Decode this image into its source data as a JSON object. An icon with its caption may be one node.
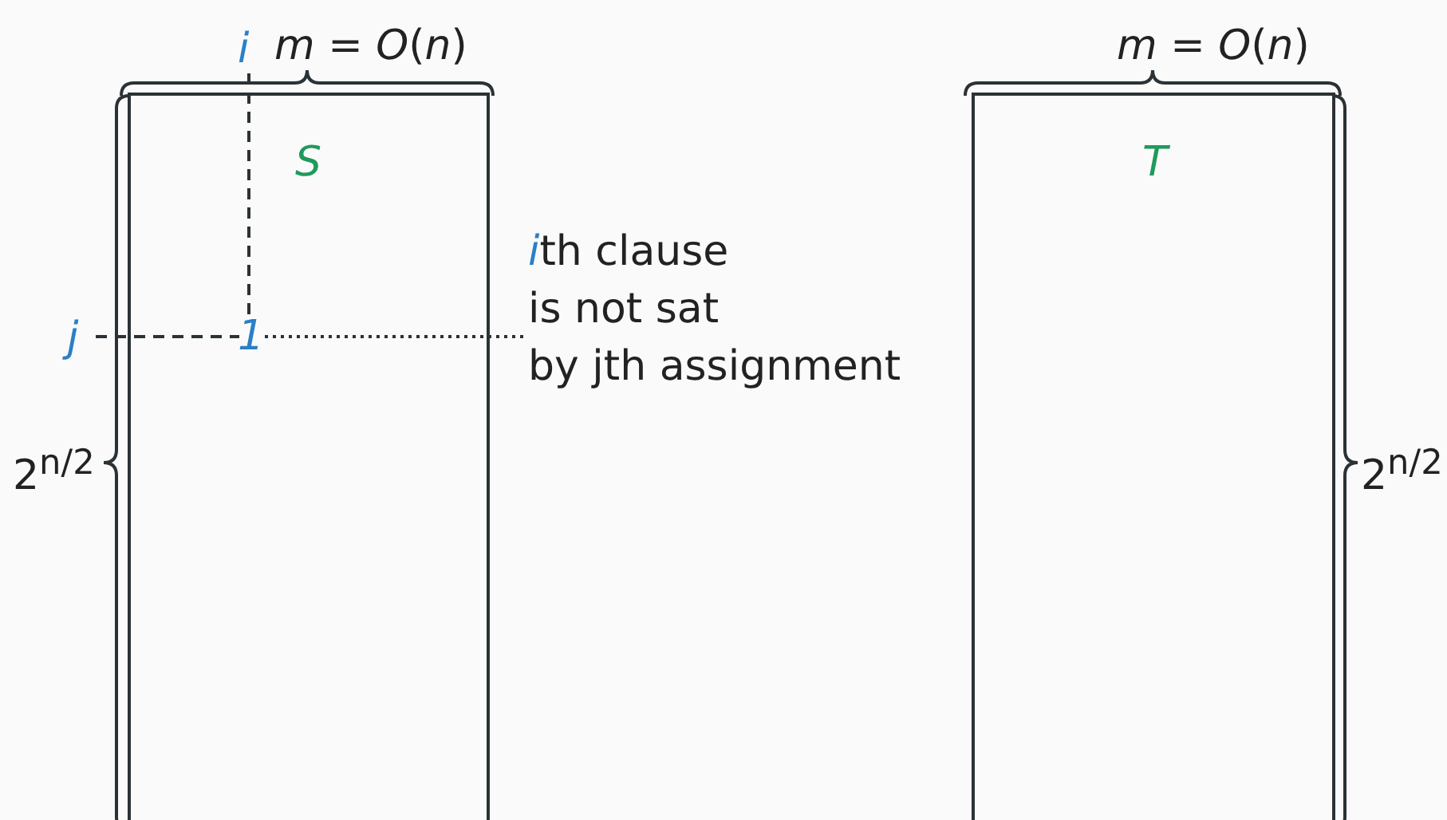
{
  "diagram": {
    "nodes": [
      {
        "text": [
          "S"
        ],
        "beside": [
          "*m* = *O*(*n*)",
          "2$^{n/2}$"
        ]
      },
      {
        "text": [
          "i"
        ]
      },
      {
        "text": [
          "j"
        ]
      },
      {
        "text": [
          "1"
        ],
        "in": 0
      },
      {
        "text": [
          "ith clause",
          "is not sat",
          "by jth assignment"
        ]
      },
      {
        "text": [
          "T"
        ],
        "beside": [
          "*m* = *O*(*n*)",
          "2$^{n/2}$"
        ]
      }
    ],
    "edges": [
      {
        "from": 1,
        "to": 3,
        "arrow": "none",
        "style": "dashed"
      },
      {
        "from": 2,
        "to": 3,
        "arrow": "none",
        "style": "dashed"
      },
      {
        "from": 4,
        "to": 3,
        "arrow": "none",
        "style": "dashed"
      }
    ]
  }
}
